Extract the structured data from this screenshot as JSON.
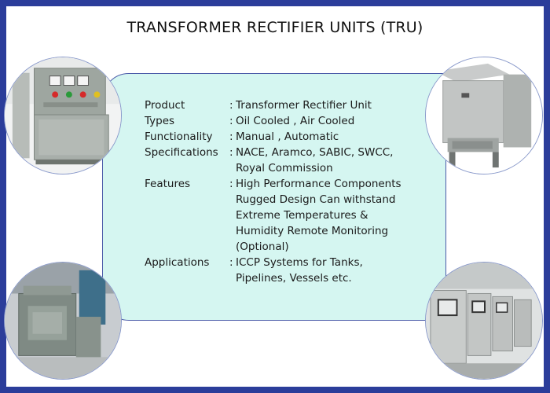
{
  "title": "TRANSFORMER RECTIFIER UNITS (TRU)",
  "specs": [
    {
      "label": "Product",
      "value": "Transformer Rectifier Unit"
    },
    {
      "label": "Types",
      "value": "Oil Cooled , Air Cooled"
    },
    {
      "label": "Functionality",
      "value": "Manual , Automatic"
    },
    {
      "label": "Specifications",
      "value": "NACE, Aramco, SABIC, SWCC,\nRoyal Commission"
    },
    {
      "label": "Features",
      "value": "High Performance Components\nRugged Design Can withstand\nExtreme Temperatures &\nHumidity Remote Monitoring\n(Optional)"
    },
    {
      "label": "Applications",
      "value": "ICCP Systems for Tanks,\nPipelines, Vessels etc."
    }
  ],
  "separator": ":",
  "colors": {
    "frame": "#2b3d9a",
    "card": "#d5f6f1",
    "card_border": "#4a5aa8"
  },
  "photos": [
    "tru-control-panel-photo",
    "tru-enclosure-photo",
    "tru-oil-cooled-unit-photo",
    "tru-cabinet-row-photo"
  ]
}
